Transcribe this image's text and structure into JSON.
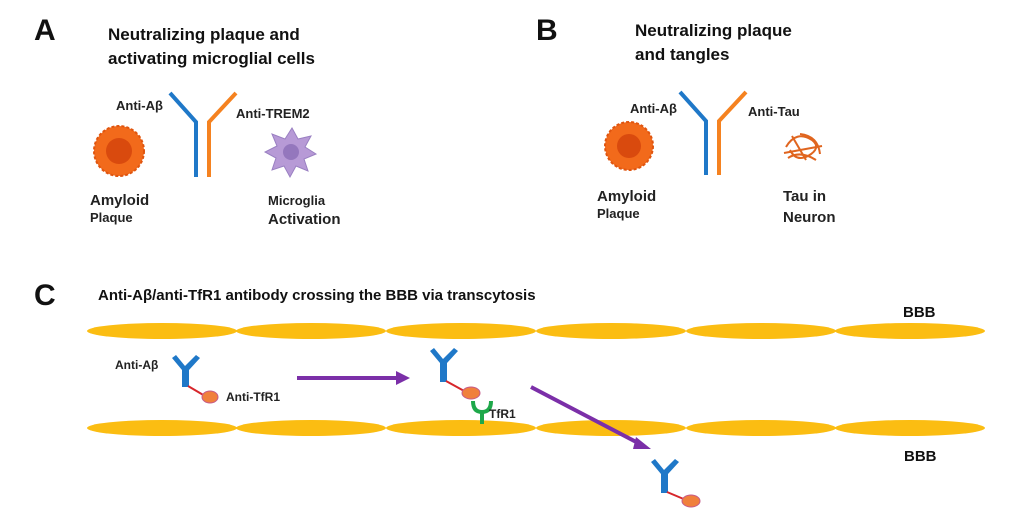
{
  "colors": {
    "antibody_blue": "#1f78c8",
    "antibody_orange": "#f58220",
    "plaque_outer": "#f26a1b",
    "plaque_inner": "#d94a0e",
    "microglia": "#b79ad6",
    "microglia_nucleus": "#9477bd",
    "tau": "#e0651f",
    "bbb_cell": "#fbbd12",
    "arrow": "#7b2fa8",
    "linker": "#d7262b",
    "tfr1_ball": "#f0803c",
    "tfr1_receptor": "#1ea84a"
  },
  "panel_a": {
    "letter": "A",
    "title_line1": "Neutralizing plaque and",
    "title_line2": "activating microglial cells",
    "left_arm_label": "Anti-Aβ",
    "right_arm_label": "Anti-TREM2",
    "left_target_line1": "Amyloid",
    "left_target_line2": "Plaque",
    "right_target_line1": "Microglia",
    "right_target_line2": "Activation"
  },
  "panel_b": {
    "letter": "B",
    "title_line1": "Neutralizing plaque",
    "title_line2": "and tangles",
    "left_arm_label": "Anti-Aβ",
    "right_arm_label": "Anti-Tau",
    "left_target_line1": "Amyloid",
    "left_target_line2": "Plaque",
    "right_target_line1": "Tau in",
    "right_target_line2": "Neuron"
  },
  "panel_c": {
    "letter": "C",
    "title": "Anti-Aβ/anti-TfR1 antibody crossing the BBB via transcytosis",
    "bbb_top_label": "BBB",
    "bbb_bottom_label": "BBB",
    "antibody_label": "Anti-Aβ",
    "tfr1_binder_label": "Anti-TfR1",
    "receptor_label": "TfR1"
  }
}
